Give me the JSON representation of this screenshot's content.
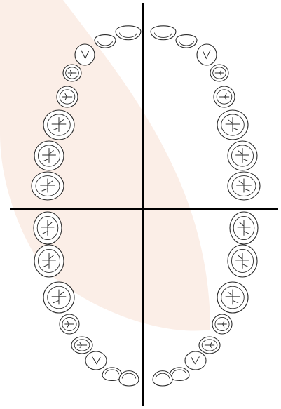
{
  "diagram": {
    "kind": "dental-arch-chart",
    "arches": [
      "upper",
      "lower"
    ],
    "teeth_per_quadrant": 8,
    "colors": {
      "background": "#ffffff",
      "highlight": "#fbeee7",
      "outline": "#2a2a2a",
      "axis": "#000000"
    }
  }
}
